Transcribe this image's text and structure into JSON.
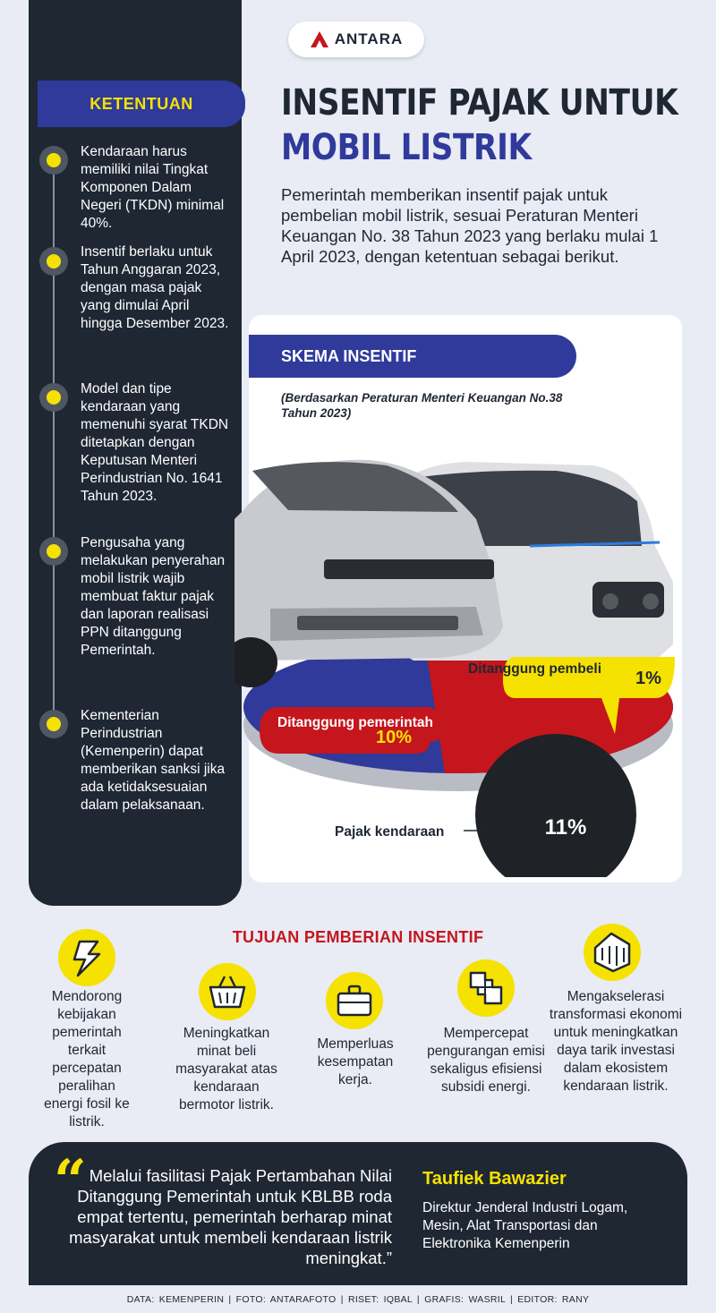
{
  "brand": {
    "logo_text": "ANTARA"
  },
  "title": {
    "line1": "INSENTIF PAJAK UNTUK",
    "line2": "MOBIL LISTRIK"
  },
  "intro": "Pemerintah memberikan insentif pajak untuk pembelian mobil listrik, sesuai Peraturan Menteri Keuangan No. 38 Tahun 2023 yang berlaku mulai 1 April 2023, dengan ketentuan sebagai berikut.",
  "ketentuan": {
    "heading": "KETENTUAN",
    "items": [
      "Kendaraan harus memiliki nilai Tingkat Komponen Dalam Negeri (TKDN) minimal 40%.",
      "Insentif berlaku untuk Tahun Anggaran 2023, dengan masa pajak yang dimulai April hingga Desember 2023.",
      "Model dan tipe kendaraan yang memenuhi syarat TKDN ditetapkan dengan Keputusan Menteri Perindustrian No. 1641 Tahun 2023.",
      "Pengusaha yang melakukan penyerahan mobil listrik wajib membuat faktur pajak dan laporan realisasi PPN ditanggung Pemerintah.",
      "Kementerian Perindustrian (Kemenperin) dapat memberikan sanksi jika ada ketidaksesuaian dalam pelaksanaan."
    ]
  },
  "skema": {
    "heading": "SKEMA INSENTIF",
    "note": "(Berdasarkan Peraturan Menteri Keuangan No.38 Tahun 2023)"
  },
  "chart_data": {
    "type": "pie",
    "total_label": "Pajak kendaraan",
    "total_value": "11%",
    "series": [
      {
        "name": "Ditanggung pemerintah",
        "value": 10,
        "label": "10%",
        "color": "#c4161c"
      },
      {
        "name": "Ditanggung pembeli",
        "value": 1,
        "label": "1%",
        "color": "#f6e200"
      }
    ]
  },
  "tujuan": {
    "heading": "TUJUAN PEMBERIAN INSENTIF",
    "items": [
      {
        "icon": "lightning-icon",
        "text": "Mendorong kebijakan pemerintah terkait percepatan peralihan energi fosil ke listrik."
      },
      {
        "icon": "basket-icon",
        "text": "Meningkatkan minat beli masyarakat atas kendaraan bermotor listrik."
      },
      {
        "icon": "briefcase-icon",
        "text": "Memperluas kesempatan kerja."
      },
      {
        "icon": "puzzle-icon",
        "text": "Mempercepat pengurangan emisi sekaligus efisiensi subsidi energi."
      },
      {
        "icon": "investment-icon",
        "text": "Mengakselerasi transformasi ekonomi untuk meningkatkan daya tarik investasi dalam ekosistem kendaraan listrik."
      }
    ]
  },
  "quote": {
    "text": "Melalui fasilitasi Pajak Pertambahan Nilai Ditanggung Pemerintah untuk KBLBB roda empat tertentu, pemerintah berharap minat masyarakat untuk membeli kendaraan listrik meningkat.”",
    "person": "Taufiek Bawazier",
    "position": "Direktur Jenderal Industri Logam, Mesin, Alat Transportasi dan Elektronika Kemenperin"
  },
  "credits": "DATA: KEMENPERIN   |   FOTO: ANTARAFOTO   |   RISET: IQBAL   |   GRAFIS: WASRIL   |   EDITOR: RANY",
  "colors": {
    "navy": "#1f2733",
    "blue": "#2f3a9b",
    "yellow": "#f6e200",
    "red": "#c4161c"
  }
}
